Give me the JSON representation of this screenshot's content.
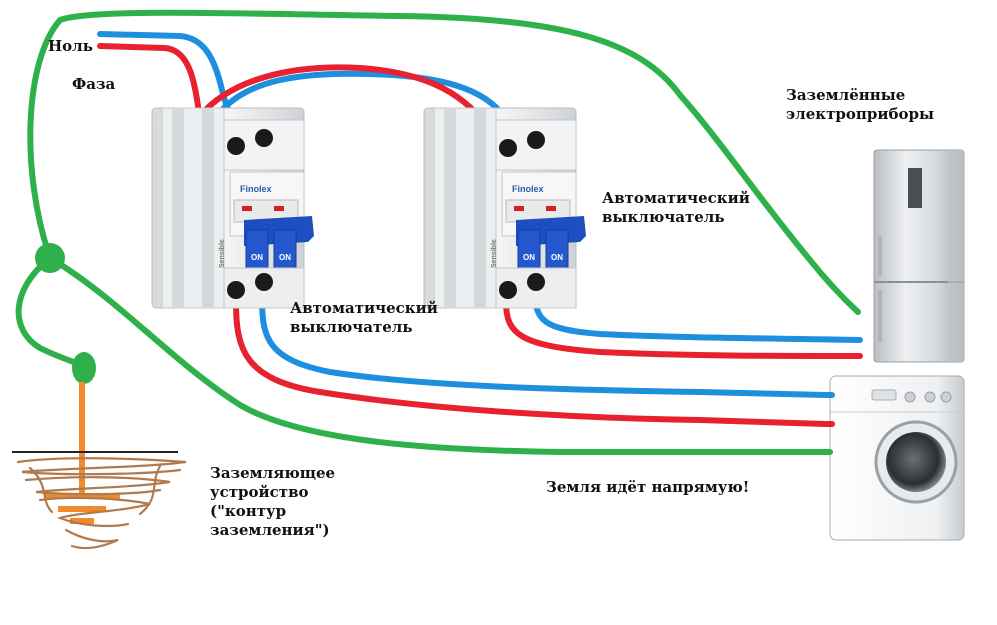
{
  "labels": {
    "neutral": "Ноль",
    "phase": "Фаза",
    "grounded_appliances": "Заземлённые\nэлектроприборы",
    "breaker_right": "Автоматический\nвыключатель",
    "breaker_left": "Автоматический\nвыключатель",
    "grounding_device": "Заземляющее\nустройство\n(\"контур\nзаземления\")",
    "ground_direct": "Земля идёт напрямую!"
  },
  "breaker": {
    "brand": "Finolex",
    "side_text": "Sensible",
    "on_label": "ON"
  },
  "colors": {
    "ground": "#2eb14a",
    "neutral": "#1e8fdf",
    "phase": "#e8212e",
    "earth_rod": "#f08a2a",
    "soil": "#b07a4e",
    "breaker_body": "#e9eaeb",
    "breaker_toggle": "#1e4fc0",
    "appliance": "#d9dcde"
  }
}
